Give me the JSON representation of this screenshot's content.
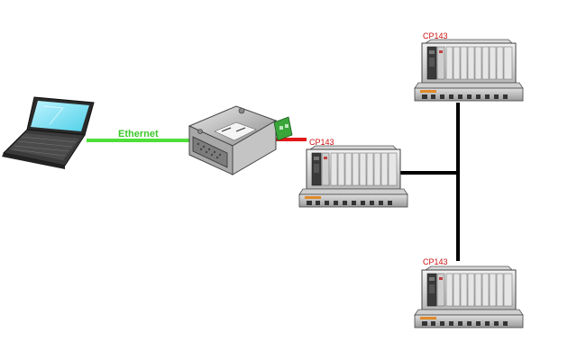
{
  "links": {
    "ethernet_label": "Ethernet"
  },
  "devices": {
    "plc_center_label": "CP143",
    "plc_top_label": "CP143",
    "plc_bottom_label": "CP143"
  },
  "colors": {
    "ethernet": "#4ee03a",
    "serial": "#e01818",
    "bus": "#000000",
    "label_red": "#cc1111",
    "connector_green": "#3aa63a"
  }
}
